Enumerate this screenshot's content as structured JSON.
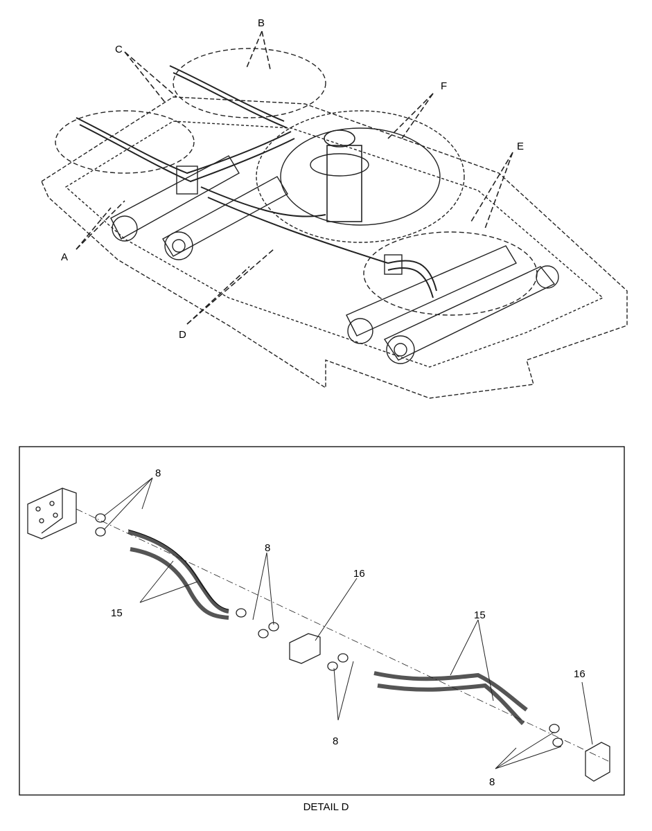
{
  "top_view": {
    "callouts": [
      {
        "id": "A",
        "text": "A"
      },
      {
        "id": "B",
        "text": "B"
      },
      {
        "id": "C",
        "text": "C"
      },
      {
        "id": "D",
        "text": "D"
      },
      {
        "id": "E",
        "text": "E"
      },
      {
        "id": "F",
        "text": "F"
      }
    ]
  },
  "detail": {
    "caption": "DETAIL D",
    "labels": {
      "l8a": "8",
      "l8b": "8",
      "l8c": "8",
      "l8d": "8",
      "l15a": "15",
      "l15b": "15",
      "l16a": "16",
      "l16b": "16"
    }
  }
}
